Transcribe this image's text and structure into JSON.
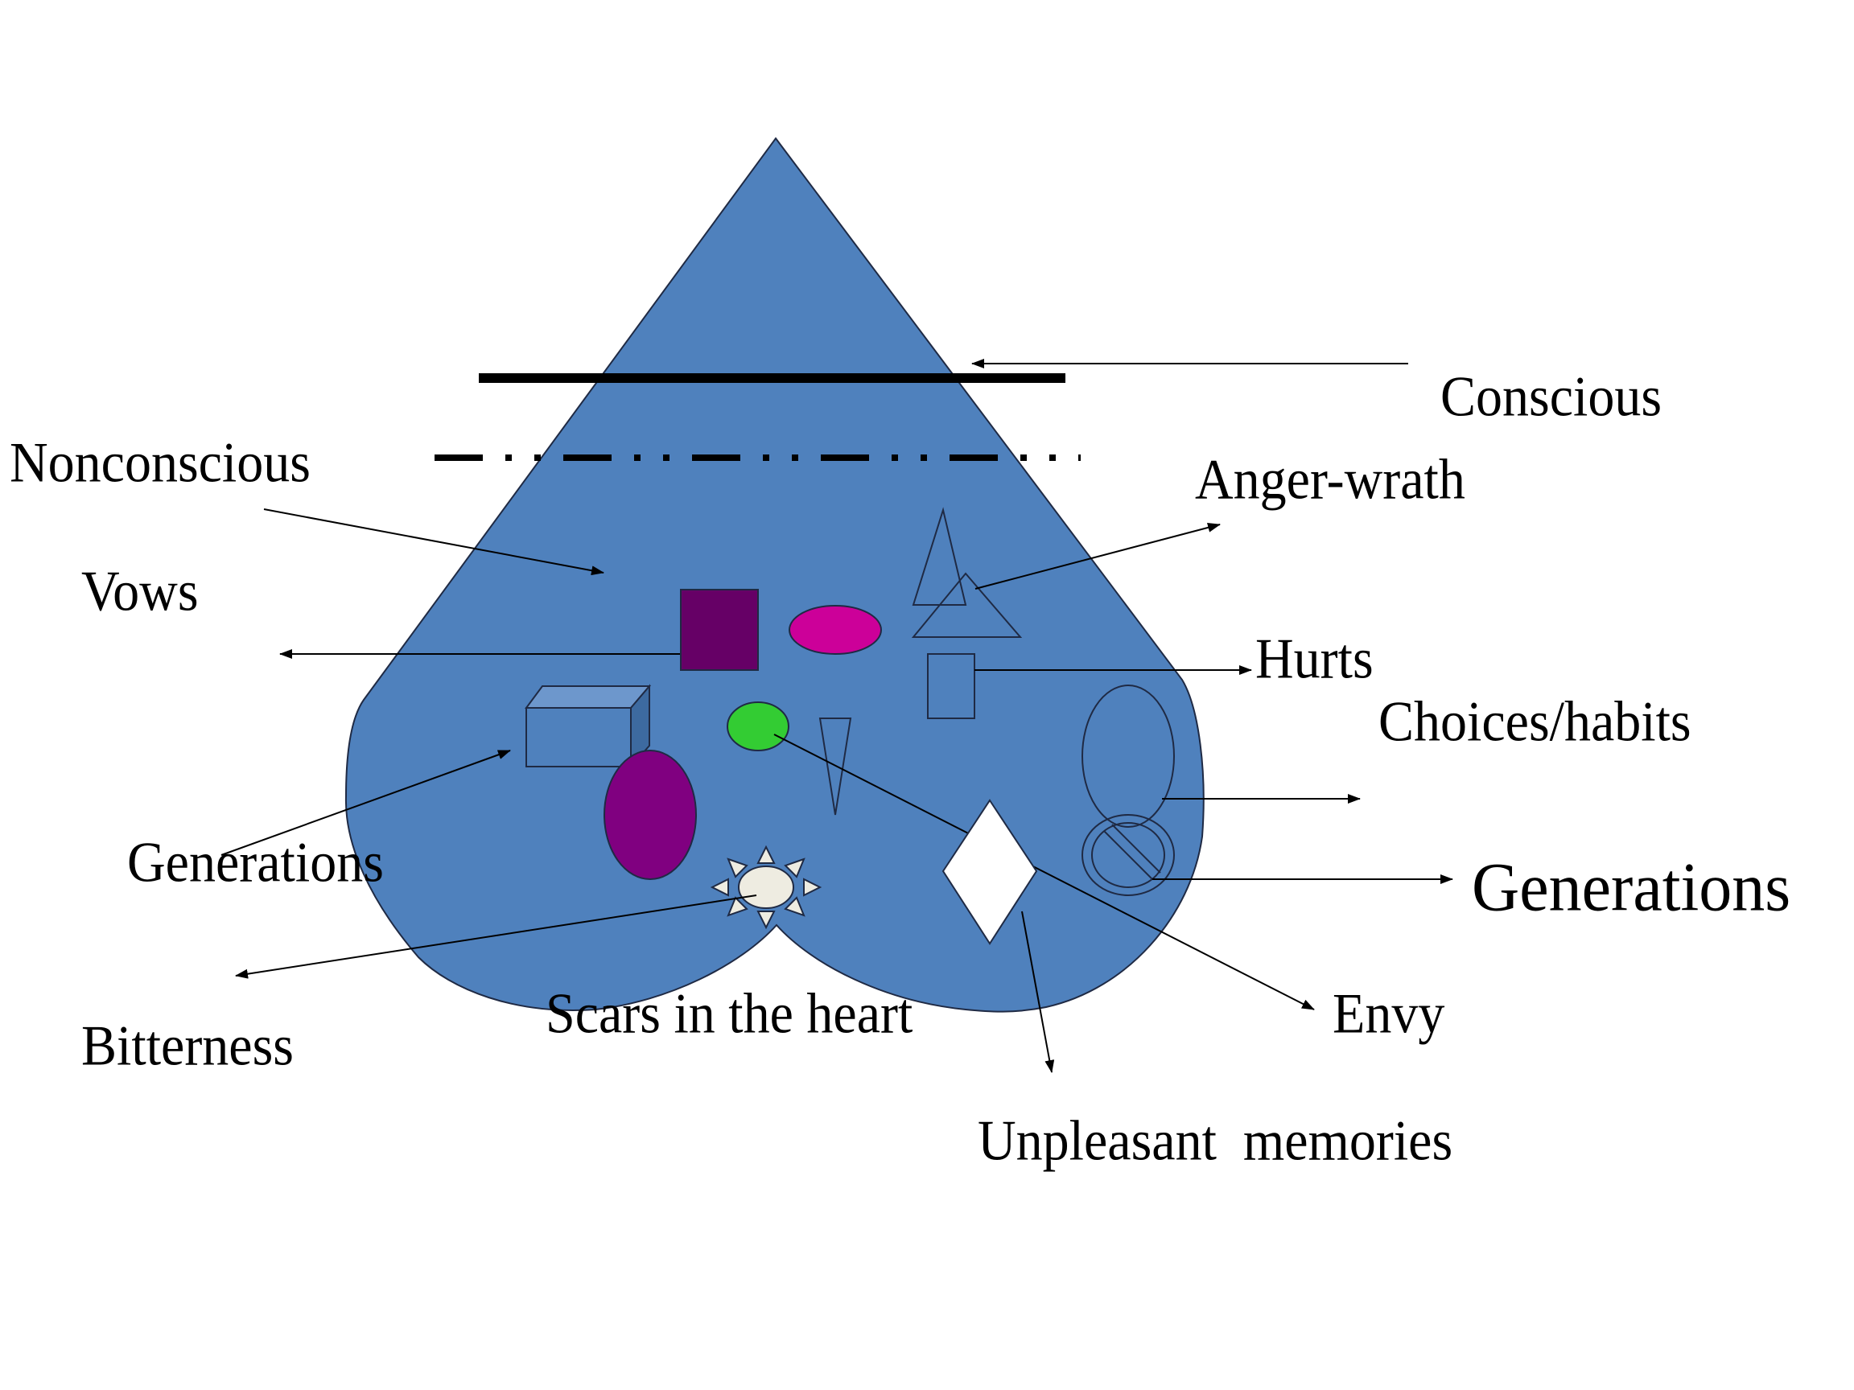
{
  "diagram": {
    "title": "Heart diagram: conscious vs. nonconscious contents",
    "colors": {
      "heart_fill": "#4f81bd",
      "outline": "#1f2a44",
      "line": "#000000",
      "vows_rect": "#660066",
      "magenta_ellipse": "#cc0099",
      "green_circle": "#33cc33",
      "purple_ellipse": "#800080",
      "sun_fill": "#eeece1",
      "diamond_fill": "#ffffff",
      "box_top": "#6d97cc",
      "box_side": "#3d6aa0"
    },
    "boundaries": [
      {
        "name": "conscious-boundary",
        "style": "solid"
      },
      {
        "name": "nonconscious-boundary",
        "style": "dash-dot"
      }
    ],
    "labels": {
      "conscious": "Conscious",
      "nonconscious": "Nonconscious",
      "anger": "Anger-wrath",
      "vows": "Vows",
      "hurts": "Hurts",
      "choices": "Choices/habits",
      "generations_left": "Generations",
      "generations_right": "Generations",
      "bitterness": "Bitterness",
      "scars": "Scars in the heart",
      "envy": "Envy",
      "memories": "Unpleasant  memories"
    },
    "shapes": [
      {
        "name": "vows-rectangle",
        "label_ref": "vows"
      },
      {
        "name": "magenta-ellipse",
        "label_ref": null
      },
      {
        "name": "anger-triangles",
        "label_ref": "anger"
      },
      {
        "name": "hurts-rectangle",
        "label_ref": "hurts"
      },
      {
        "name": "generations-box",
        "label_ref": "generations_left"
      },
      {
        "name": "envy-circle",
        "label_ref": "envy"
      },
      {
        "name": "narrow-triangle",
        "label_ref": null
      },
      {
        "name": "purple-ellipse",
        "label_ref": null
      },
      {
        "name": "bitterness-sun",
        "label_ref": "bitterness"
      },
      {
        "name": "memories-diamond",
        "label_ref": "memories"
      },
      {
        "name": "choices-ellipse",
        "label_ref": "choices"
      },
      {
        "name": "generations-no-symbol",
        "label_ref": "generations_right"
      }
    ]
  }
}
